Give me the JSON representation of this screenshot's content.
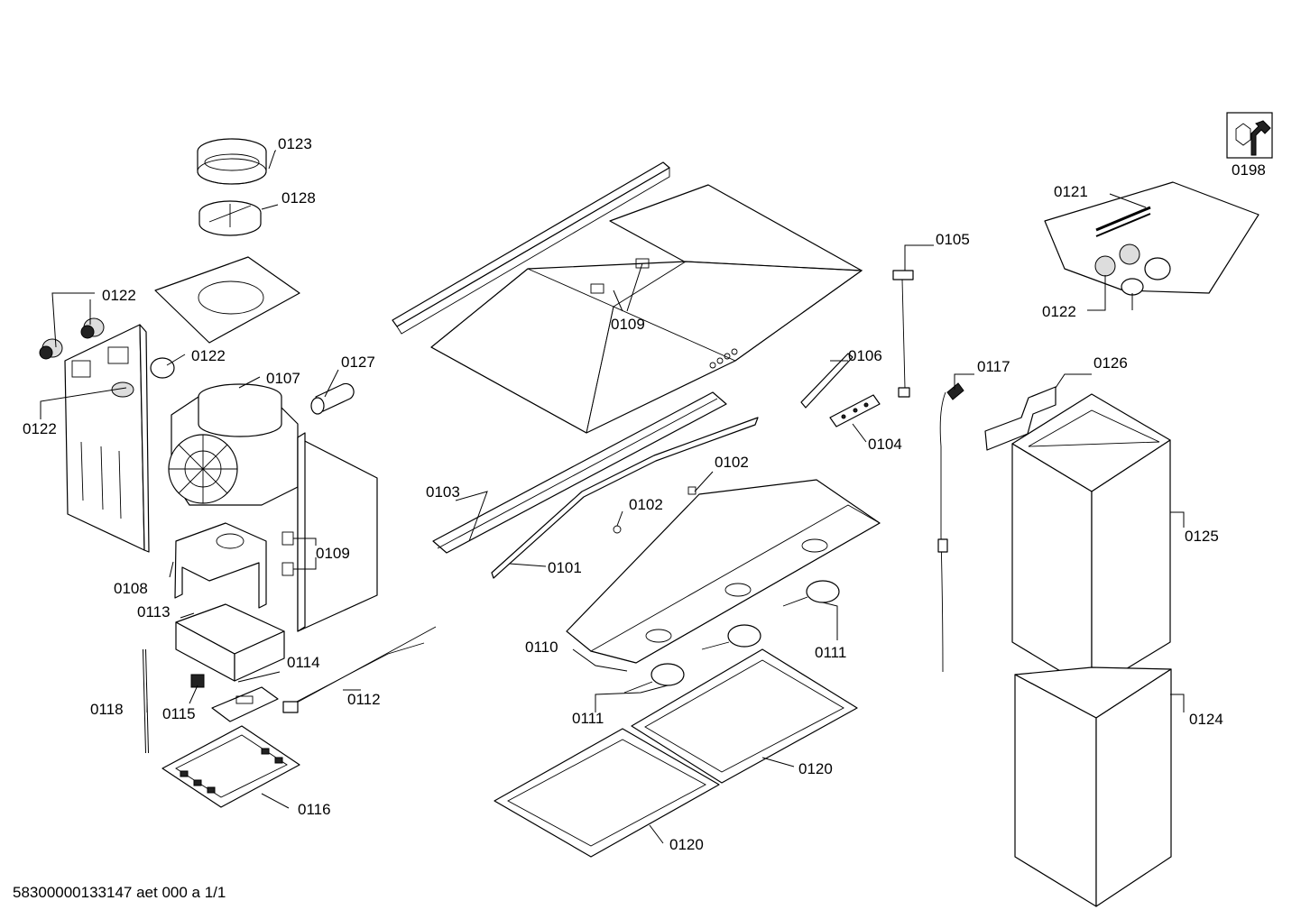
{
  "labels": {
    "l0123": "0123",
    "l0128": "0128",
    "l0122a": "0122",
    "l0122b": "0122",
    "l0122c": "0122",
    "l0107": "0107",
    "l0127": "0127",
    "l0108": "0108",
    "l0109a": "0109",
    "l0113": "0113",
    "l0114": "0114",
    "l0112": "0112",
    "l0118": "0118",
    "l0115": "0115",
    "l0116": "0116",
    "l0109b": "0109",
    "l0103": "0103",
    "l0101": "0101",
    "l0102a": "0102",
    "l0102b": "0102",
    "l0110": "0110",
    "l0111a": "0111",
    "l0111b": "0111",
    "l0120a": "0120",
    "l0120b": "0120",
    "l0106": "0106",
    "l0104": "0104",
    "l0105": "0105",
    "l0117": "0117",
    "l0126": "0126",
    "l0125": "0125",
    "l0124": "0124",
    "l0121": "0121",
    "l0122d": "0122",
    "l0198": "0198"
  },
  "footer": "58300000133147 aet 000 a 1/1",
  "icons": {
    "service": "wrench-nut-icon"
  }
}
